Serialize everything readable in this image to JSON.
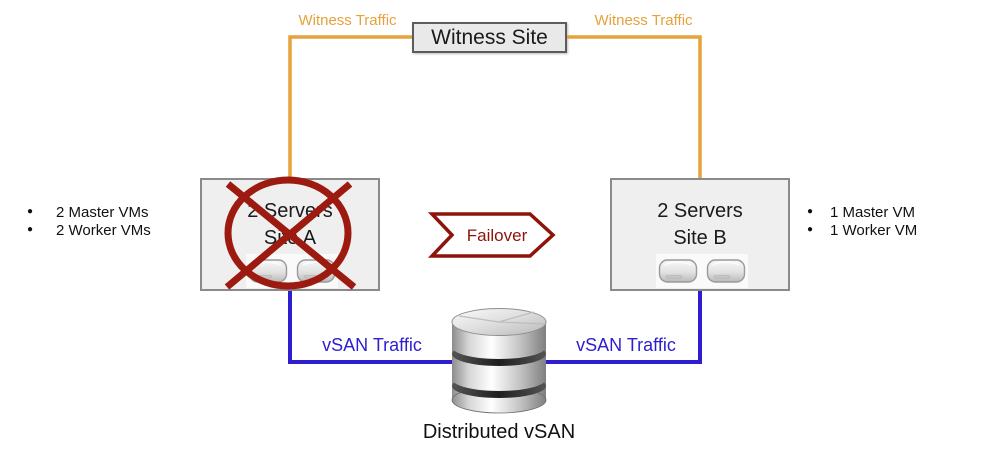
{
  "colors": {
    "witness_traffic_orange": "#E6A23C",
    "vsan_traffic_blue": "#2E1ECF",
    "failover_red": "#8E130B",
    "prohibition_red": "#9C1A0F",
    "box_fill": "#EFEFEF",
    "box_border": "#8A8A8A"
  },
  "witness": {
    "label": "Witness Site"
  },
  "traffic": {
    "witness_left": "Witness Traffic",
    "witness_right": "Witness Traffic",
    "vsan_left": "vSAN Traffic",
    "vsan_right": "vSAN Traffic"
  },
  "site_a": {
    "line1": "2 Servers",
    "line2": "Site A",
    "status": "failed"
  },
  "site_b": {
    "line1": "2 Servers",
    "line2": "Site B",
    "status": "active"
  },
  "failover": {
    "label": "Failover"
  },
  "storage": {
    "label": "Distributed vSAN"
  },
  "lists": {
    "left": {
      "items": [
        "2 Master VMs",
        "2 Worker VMs"
      ]
    },
    "right": {
      "items": [
        "1 Master VM",
        "1 Worker VM"
      ]
    }
  },
  "icons": {
    "disk": "disk-icon",
    "database": "database-cylinder-icon",
    "no_symbol": "no-symbol-icon"
  }
}
